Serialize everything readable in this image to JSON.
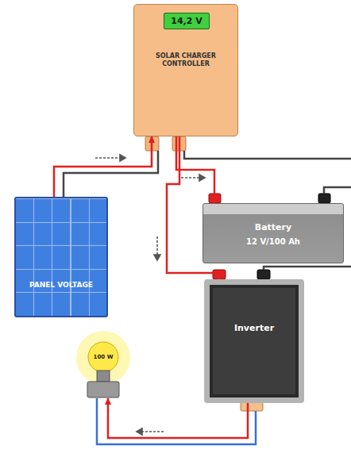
{
  "diagram": {
    "nodes": [
      {
        "text": [
          "SOLAR CHARGER CONTROLLER"
        ]
      },
      {
        "text": [
          "14,2 V"
        ],
        "in": 0
      },
      {
        "text": [
          "PANEL VOLTAGE"
        ]
      },
      {
        "text": [
          "Battery",
          "12 V/100 Ah"
        ]
      },
      {
        "text": [
          "Inverter"
        ]
      },
      {
        "text": [
          "100 W"
        ]
      }
    ],
    "edges": [
      {
        "from": 2,
        "to": 0,
        "arrow": "to"
      },
      {
        "from": 0,
        "to": 3,
        "arrow": "to"
      },
      {
        "from": 0,
        "to": 4,
        "arrow": "to"
      },
      {
        "from": 4,
        "to": 5,
        "arrow": "to"
      }
    ]
  }
}
